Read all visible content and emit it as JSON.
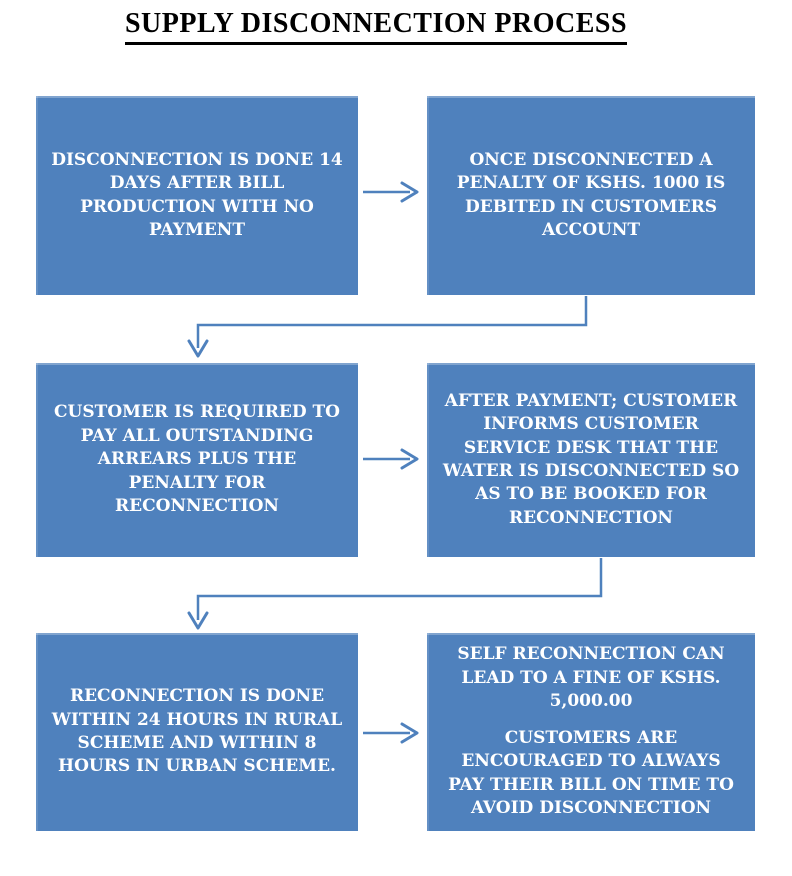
{
  "title": "SUPPLY DISCONNECTION PROCESS",
  "colors": {
    "background": "#ffffff",
    "title_text": "#000000",
    "box_fill": "#4f81bd",
    "box_text": "#ffffff",
    "connector": "#4f81bd"
  },
  "steps": [
    {
      "id": "step-1",
      "text": "DISCONNECTION IS DONE 14 DAYS AFTER BILL PRODUCTION WITH NO PAYMENT"
    },
    {
      "id": "step-2",
      "text": "ONCE DISCONNECTED A PENALTY OF KSHS. 1000 IS DEBITED IN CUSTOMERS ACCOUNT"
    },
    {
      "id": "step-3",
      "text": "CUSTOMER IS REQUIRED TO PAY ALL OUTSTANDING ARREARS PLUS THE PENALTY FOR RECONNECTION"
    },
    {
      "id": "step-4",
      "text": "AFTER PAYMENT; CUSTOMER INFORMS CUSTOMER SERVICE DESK THAT THE WATER IS DISCONNECTED SO AS TO BE BOOKED FOR RECONNECTION"
    },
    {
      "id": "step-5",
      "text": "RECONNECTION IS DONE WITHIN 24 HOURS IN RURAL SCHEME AND WITHIN 8 HOURS IN URBAN SCHEME."
    },
    {
      "id": "step-6",
      "text": "SELF RECONNECTION CAN LEAD TO A FINE OF KSHS. 5,000.00",
      "text2": "CUSTOMERS ARE ENCOURAGED TO ALWAYS PAY THEIR BILL ON TIME TO AVOID DISCONNECTION"
    }
  ]
}
